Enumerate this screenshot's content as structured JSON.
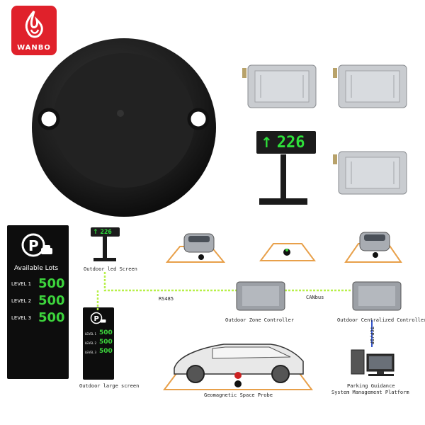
{
  "brand": {
    "name": "WANBO",
    "color": "#e0212b"
  },
  "outdoor_led": {
    "value": "226",
    "arrow": "↑"
  },
  "large_screen": {
    "title": "Available Lots",
    "levels": [
      {
        "label": "LEVEL 1",
        "value": "500"
      },
      {
        "label": "LEVEL 2",
        "value": "500"
      },
      {
        "label": "LEVEL 3",
        "value": "500"
      }
    ]
  },
  "small_screen": {
    "levels": [
      {
        "label": "LEVEL 1",
        "value": "500"
      },
      {
        "label": "LEVEL 2",
        "value": "500"
      },
      {
        "label": "LEVEL 3",
        "value": "500"
      }
    ]
  },
  "labels": {
    "outdoor_led_screen": "Outdoor led Screen",
    "outdoor_large_screen": "Outdoor large screen",
    "rs485": "RS485",
    "canbus": "CANbus",
    "zone_controller": "Outdoor Zone Controller",
    "centralized_controller": "Outdoor Centralized Controller",
    "tcpip": "TCP/IP",
    "probe": "Geomagnetic Space Probe",
    "platform_line1": "Parking Guidance",
    "platform_line2": "System Management Platform"
  },
  "colors": {
    "led_green": "#2ee03a",
    "bus_green": "#b8f04a",
    "frame_orange": "#e8a04a",
    "tcp_blue": "#3355cc"
  }
}
